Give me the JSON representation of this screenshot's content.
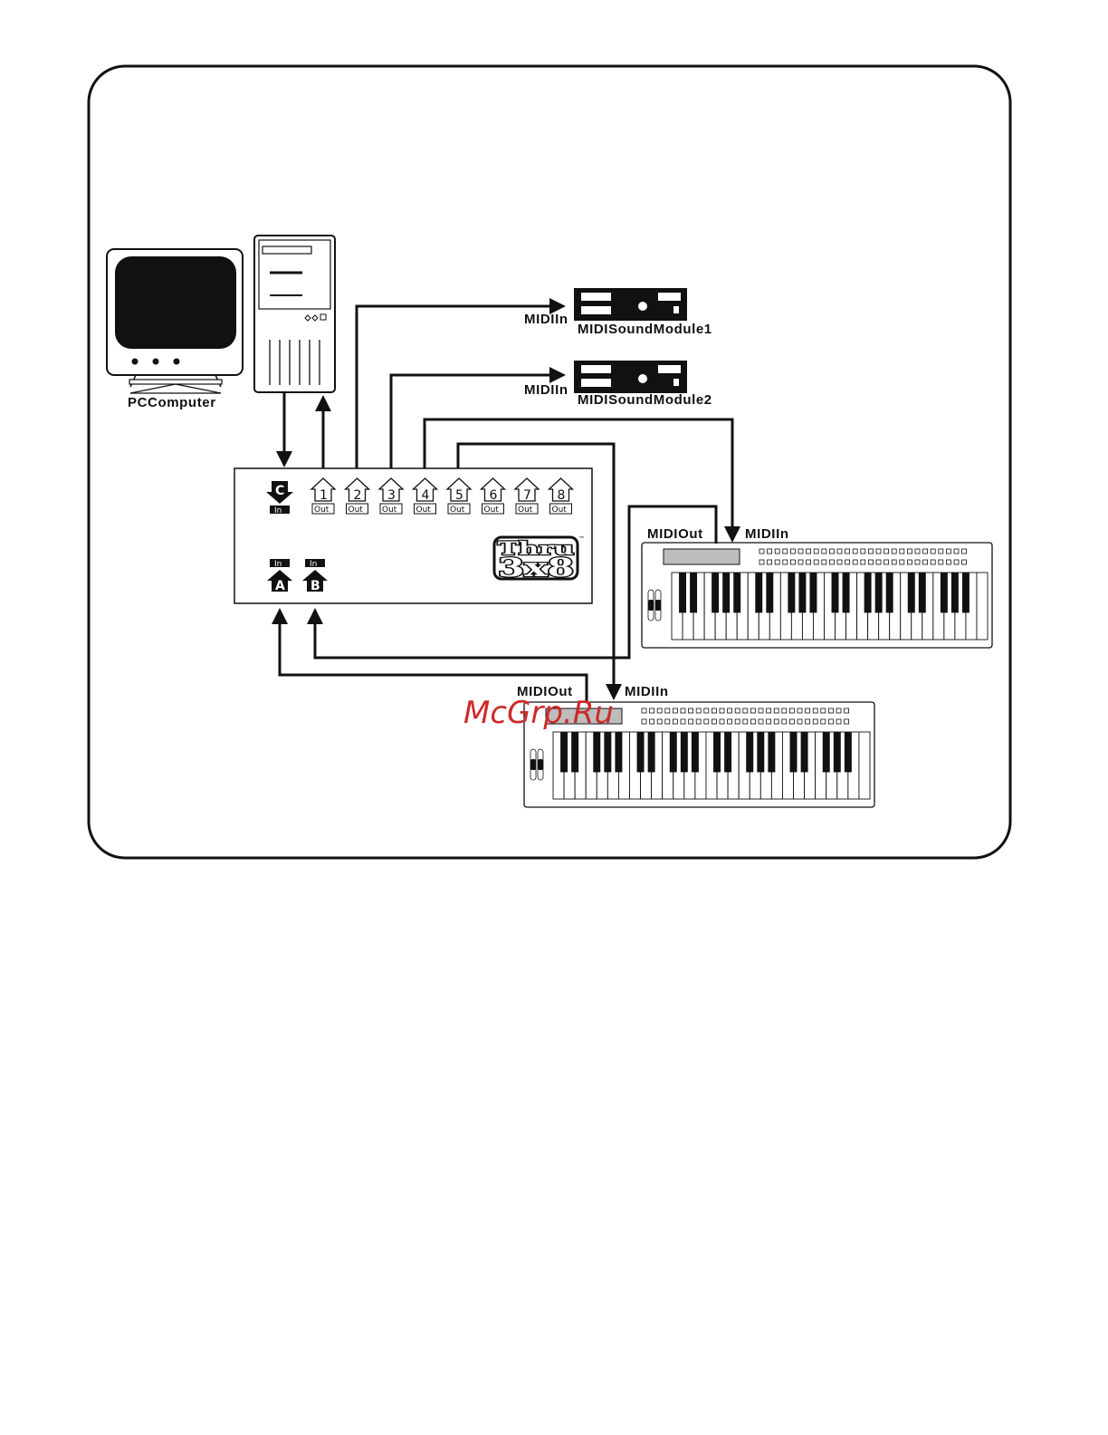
{
  "computer": {
    "label": "PCComputer"
  },
  "thru": {
    "in_c": {
      "letter": "C",
      "tag": "In"
    },
    "outputs": [
      {
        "num": "1",
        "tag": "Out"
      },
      {
        "num": "2",
        "tag": "Out"
      },
      {
        "num": "3",
        "tag": "Out"
      },
      {
        "num": "4",
        "tag": "Out"
      },
      {
        "num": "5",
        "tag": "Out"
      },
      {
        "num": "6",
        "tag": "Out"
      },
      {
        "num": "7",
        "tag": "Out"
      },
      {
        "num": "8",
        "tag": "Out"
      }
    ],
    "in_a": {
      "letter": "A",
      "tag": "In"
    },
    "in_b": {
      "letter": "B",
      "tag": "In"
    },
    "logo_line1": "Thru",
    "logo_line2": "3x8",
    "logo_tm": "™"
  },
  "module1": {
    "name": "MIDISoundModule1",
    "port": "MIDIIn"
  },
  "module2": {
    "name": "MIDISoundModule2",
    "port": "MIDIIn"
  },
  "keyboard1": {
    "out_label": "MIDIOut",
    "in_label": "MIDIIn"
  },
  "keyboard2": {
    "out_label": "MIDIOut",
    "in_label": "MIDIIn"
  },
  "watermark": "McGrp.Ru",
  "colors": {
    "ink": "#111111",
    "panel_gray": "#bdbdbd",
    "watermark": "#cc2b2b"
  }
}
